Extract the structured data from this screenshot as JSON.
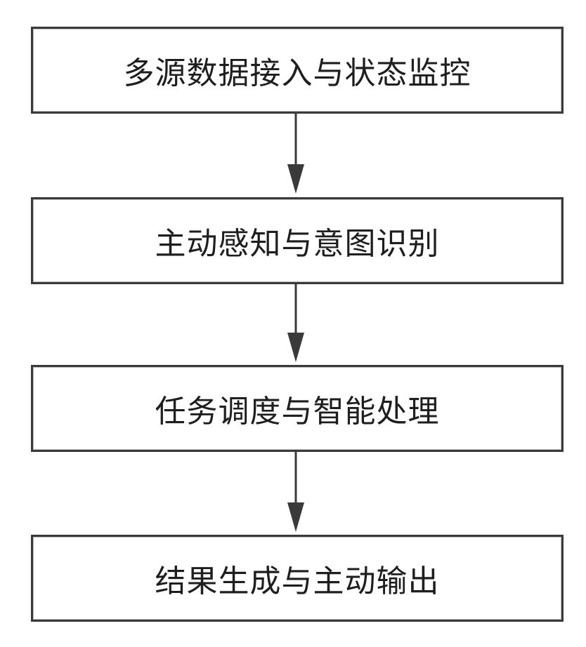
{
  "flowchart": {
    "steps": [
      {
        "label": "多源数据接入与状态监控"
      },
      {
        "label": "主动感知与意图识别"
      },
      {
        "label": "任务调度与智能处理"
      },
      {
        "label": "结果生成与主动输出"
      }
    ],
    "colors": {
      "border": "#3a3a3a",
      "arrow": "#3a3a3a",
      "text": "#1e1e1e",
      "background": "#ffffff"
    }
  }
}
